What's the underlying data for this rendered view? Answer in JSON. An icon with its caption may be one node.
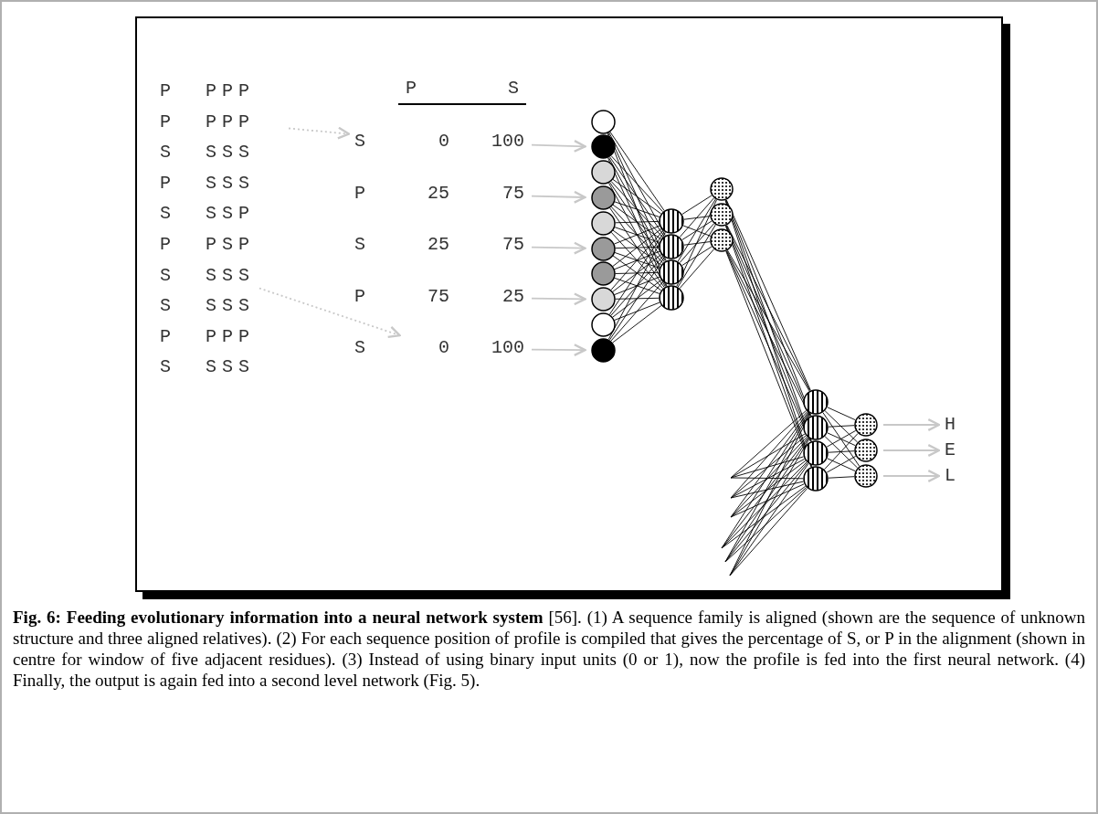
{
  "diagram": {
    "caption": "**Fig. 6: Feeding evolutionary information into a neural network system** [56]. (1) A sequence family is aligned (shown are the sequence of unknown structure and three aligned relatives). (2) For each sequence position of profile is compiled that gives the percentage of S, or P in the alignment (shown in centre for window of five adjacent residues). (3) Instead of using binary input units (0 or 1), now the profile is fed into the first neural network. (4) Finally, the output is again fed into a second level network (Fig. 5).",
    "nodes": [
      {
        "text": [
          "P",
          "PPP"
        ]
      },
      {
        "text": [
          "P",
          "PPP"
        ]
      },
      {
        "text": [
          "S",
          "SSS"
        ]
      },
      {
        "text": [
          "P",
          "SSS"
        ]
      },
      {
        "text": [
          "S",
          "SSP"
        ]
      },
      {
        "text": [
          "P",
          "PSP"
        ]
      },
      {
        "text": [
          "S",
          "SSS"
        ]
      },
      {
        "text": [
          "S",
          "SSS"
        ]
      },
      {
        "text": [
          "P",
          "PPP"
        ]
      },
      {
        "text": [
          "S",
          "SSS"
        ]
      },
      {
        "text": [
          "S",
          "0",
          "100"
        ]
      },
      {
        "text": [
          "P",
          "25",
          "75"
        ]
      },
      {
        "text": [
          "S",
          "25",
          "75"
        ]
      },
      {
        "text": [
          "P",
          "75",
          "25"
        ]
      },
      {
        "text": [
          "S",
          "0",
          "100"
        ]
      },
      {
        "text": [],
        "shape": "circle"
      },
      {
        "text": [],
        "shape": "circle"
      },
      {
        "text": [],
        "shape": "circle"
      },
      {
        "text": [],
        "shape": "circle"
      },
      {
        "text": [],
        "shape": "circle"
      },
      {
        "text": [],
        "shape": "circle"
      },
      {
        "text": [],
        "shape": "circle"
      },
      {
        "text": [],
        "shape": "circle"
      },
      {
        "text": [],
        "shape": "circle"
      },
      {
        "text": [],
        "shape": "circle"
      },
      {
        "text": [],
        "shape": "circle"
      },
      {
        "text": [],
        "shape": "circle"
      },
      {
        "text": [],
        "shape": "circle"
      },
      {
        "text": [],
        "shape": "circle"
      },
      {
        "text": [],
        "shape": "circle"
      },
      {
        "text": [],
        "shape": "circle"
      },
      {
        "text": [],
        "shape": "circle"
      },
      {
        "text": [],
        "shape": "circle"
      },
      {
        "text": [],
        "shape": "circle"
      },
      {
        "text": [],
        "shape": "circle"
      },
      {
        "text": [],
        "shape": "circle"
      },
      {
        "text": [],
        "shape": "circle"
      },
      {
        "text": [],
        "shape": "circle"
      },
      {
        "text": [],
        "shape": "circle"
      },
      {
        "text": [
          "H"
        ]
      },
      {
        "text": [
          "E"
        ]
      },
      {
        "text": [
          "L"
        ]
      }
    ],
    "edges": [
      {
        "from": 1,
        "to": 10,
        "arrow": "to",
        "style": "dashed",
        "color": "#c8c8c8"
      },
      {
        "from": 6,
        "to": 14,
        "arrow": "to",
        "style": "dashed",
        "color": "#c8c8c8"
      },
      {
        "from": 10,
        "to": 16,
        "arrow": "to",
        "color": "#c8c8c8"
      },
      {
        "from": 11,
        "to": 18,
        "arrow": "to",
        "color": "#c8c8c8"
      },
      {
        "from": 12,
        "to": 20,
        "arrow": "to",
        "color": "#c8c8c8"
      },
      {
        "from": 13,
        "to": 22,
        "arrow": "to",
        "color": "#c8c8c8"
      },
      {
        "from": 14,
        "to": 24,
        "arrow": "to",
        "color": "#c8c8c8"
      },
      {
        "from": 15,
        "to": 25,
        "arrow": "none"
      },
      {
        "from": 15,
        "to": 26,
        "arrow": "none"
      },
      {
        "from": 15,
        "to": 27,
        "arrow": "none"
      },
      {
        "from": 15,
        "to": 28,
        "arrow": "none"
      },
      {
        "from": 16,
        "to": 25,
        "arrow": "none"
      },
      {
        "from": 16,
        "to": 26,
        "arrow": "none"
      },
      {
        "from": 16,
        "to": 27,
        "arrow": "none"
      },
      {
        "from": 16,
        "to": 28,
        "arrow": "none"
      },
      {
        "from": 17,
        "to": 25,
        "arrow": "none"
      },
      {
        "from": 17,
        "to": 26,
        "arrow": "none"
      },
      {
        "from": 17,
        "to": 27,
        "arrow": "none"
      },
      {
        "from": 17,
        "to": 28,
        "arrow": "none"
      },
      {
        "from": 18,
        "to": 25,
        "arrow": "none"
      },
      {
        "from": 18,
        "to": 26,
        "arrow": "none"
      },
      {
        "from": 18,
        "to": 27,
        "arrow": "none"
      },
      {
        "from": 18,
        "to": 28,
        "arrow": "none"
      },
      {
        "from": 19,
        "to": 25,
        "arrow": "none"
      },
      {
        "from": 19,
        "to": 26,
        "arrow": "none"
      },
      {
        "from": 19,
        "to": 27,
        "arrow": "none"
      },
      {
        "from": 19,
        "to": 28,
        "arrow": "none"
      },
      {
        "from": 20,
        "to": 25,
        "arrow": "none"
      },
      {
        "from": 20,
        "to": 26,
        "arrow": "none"
      },
      {
        "from": 20,
        "to": 27,
        "arrow": "none"
      },
      {
        "from": 20,
        "to": 28,
        "arrow": "none"
      },
      {
        "from": 21,
        "to": 25,
        "arrow": "none"
      },
      {
        "from": 21,
        "to": 26,
        "arrow": "none"
      },
      {
        "from": 21,
        "to": 27,
        "arrow": "none"
      },
      {
        "from": 21,
        "to": 28,
        "arrow": "none"
      },
      {
        "from": 22,
        "to": 25,
        "arrow": "none"
      },
      {
        "from": 22,
        "to": 26,
        "arrow": "none"
      },
      {
        "from": 22,
        "to": 27,
        "arrow": "none"
      },
      {
        "from": 22,
        "to": 28,
        "arrow": "none"
      },
      {
        "from": 23,
        "to": 25,
        "arrow": "none"
      },
      {
        "from": 23,
        "to": 26,
        "arrow": "none"
      },
      {
        "from": 23,
        "to": 27,
        "arrow": "none"
      },
      {
        "from": 23,
        "to": 28,
        "arrow": "none"
      },
      {
        "from": 24,
        "to": 25,
        "arrow": "none"
      },
      {
        "from": 24,
        "to": 26,
        "arrow": "none"
      },
      {
        "from": 24,
        "to": 27,
        "arrow": "none"
      },
      {
        "from": 24,
        "to": 28,
        "arrow": "none"
      },
      {
        "from": 25,
        "to": 29,
        "arrow": "none"
      },
      {
        "from": 25,
        "to": 30,
        "arrow": "none"
      },
      {
        "from": 25,
        "to": 31,
        "arrow": "none"
      },
      {
        "from": 26,
        "to": 29,
        "arrow": "none"
      },
      {
        "from": 26,
        "to": 30,
        "arrow": "none"
      },
      {
        "from": 26,
        "to": 31,
        "arrow": "none"
      },
      {
        "from": 27,
        "to": 29,
        "arrow": "none"
      },
      {
        "from": 27,
        "to": 30,
        "arrow": "none"
      },
      {
        "from": 27,
        "to": 31,
        "arrow": "none"
      },
      {
        "from": 28,
        "to": 29,
        "arrow": "none"
      },
      {
        "from": 28,
        "to": 30,
        "arrow": "none"
      },
      {
        "from": 28,
        "to": 31,
        "arrow": "none"
      },
      {
        "from": 29,
        "to": 32,
        "arrow": "none"
      },
      {
        "from": 29,
        "to": 33,
        "arrow": "none"
      },
      {
        "from": 29,
        "to": 34,
        "arrow": "none"
      },
      {
        "from": 29,
        "to": 35,
        "arrow": "none"
      },
      {
        "from": 30,
        "to": 32,
        "arrow": "none"
      },
      {
        "from": 30,
        "to": 33,
        "arrow": "none"
      },
      {
        "from": 30,
        "to": 34,
        "arrow": "none"
      },
      {
        "from": 30,
        "to": 35,
        "arrow": "none"
      },
      {
        "from": 31,
        "to": 32,
        "arrow": "none"
      },
      {
        "from": 31,
        "to": 33,
        "arrow": "none"
      },
      {
        "from": 31,
        "to": 34,
        "arrow": "none"
      },
      {
        "from": 31,
        "to": 35,
        "arrow": "none"
      },
      {
        "from": null,
        "to": 32,
        "arrow": "none"
      },
      {
        "from": null,
        "to": 33,
        "arrow": "none"
      },
      {
        "from": null,
        "to": 34,
        "arrow": "none"
      },
      {
        "from": null,
        "to": 35,
        "arrow": "none"
      },
      {
        "from": null,
        "to": 32,
        "arrow": "none"
      },
      {
        "from": null,
        "to": 33,
        "arrow": "none"
      },
      {
        "from": null,
        "to": 34,
        "arrow": "none"
      },
      {
        "from": null,
        "to": 35,
        "arrow": "none"
      },
      {
        "from": null,
        "to": 32,
        "arrow": "none"
      },
      {
        "from": null,
        "to": 33,
        "arrow": "none"
      },
      {
        "from": null,
        "to": 34,
        "arrow": "none"
      },
      {
        "from": null,
        "to": 35,
        "arrow": "none"
      },
      {
        "from": null,
        "to": 32,
        "arrow": "none"
      },
      {
        "from": null,
        "to": 33,
        "arrow": "none"
      },
      {
        "from": null,
        "to": 34,
        "arrow": "none"
      },
      {
        "from": null,
        "to": 35,
        "arrow": "none"
      },
      {
        "from": null,
        "to": 32,
        "arrow": "none"
      },
      {
        "from": null,
        "to": 33,
        "arrow": "none"
      },
      {
        "from": null,
        "to": 34,
        "arrow": "none"
      },
      {
        "from": null,
        "to": 35,
        "arrow": "none"
      },
      {
        "from": null,
        "to": 32,
        "arrow": "none"
      },
      {
        "from": null,
        "to": 33,
        "arrow": "none"
      },
      {
        "from": null,
        "to": 34,
        "arrow": "none"
      },
      {
        "from": null,
        "to": 35,
        "arrow": "none"
      },
      {
        "from": 32,
        "to": 36,
        "arrow": "none"
      },
      {
        "from": 32,
        "to": 37,
        "arrow": "none"
      },
      {
        "from": 32,
        "to": 38,
        "arrow": "none"
      },
      {
        "from": 33,
        "to": 36,
        "arrow": "none"
      },
      {
        "from": 33,
        "to": 37,
        "arrow": "none"
      },
      {
        "from": 33,
        "to": 38,
        "arrow": "none"
      },
      {
        "from": 34,
        "to": 36,
        "arrow": "none"
      },
      {
        "from": 34,
        "to": 37,
        "arrow": "none"
      },
      {
        "from": 34,
        "to": 38,
        "arrow": "none"
      },
      {
        "from": 35,
        "to": 36,
        "arrow": "none"
      },
      {
        "from": 35,
        "to": 37,
        "arrow": "none"
      },
      {
        "from": 35,
        "to": 38,
        "arrow": "none"
      },
      {
        "from": 36,
        "to": 39,
        "arrow": "to",
        "color": "#c8c8c8"
      },
      {
        "from": 37,
        "to": 40,
        "arrow": "to",
        "color": "#c8c8c8"
      },
      {
        "from": 38,
        "to": 41,
        "arrow": "to",
        "color": "#c8c8c8"
      }
    ],
    "labels": [
      "P",
      "S"
    ]
  }
}
